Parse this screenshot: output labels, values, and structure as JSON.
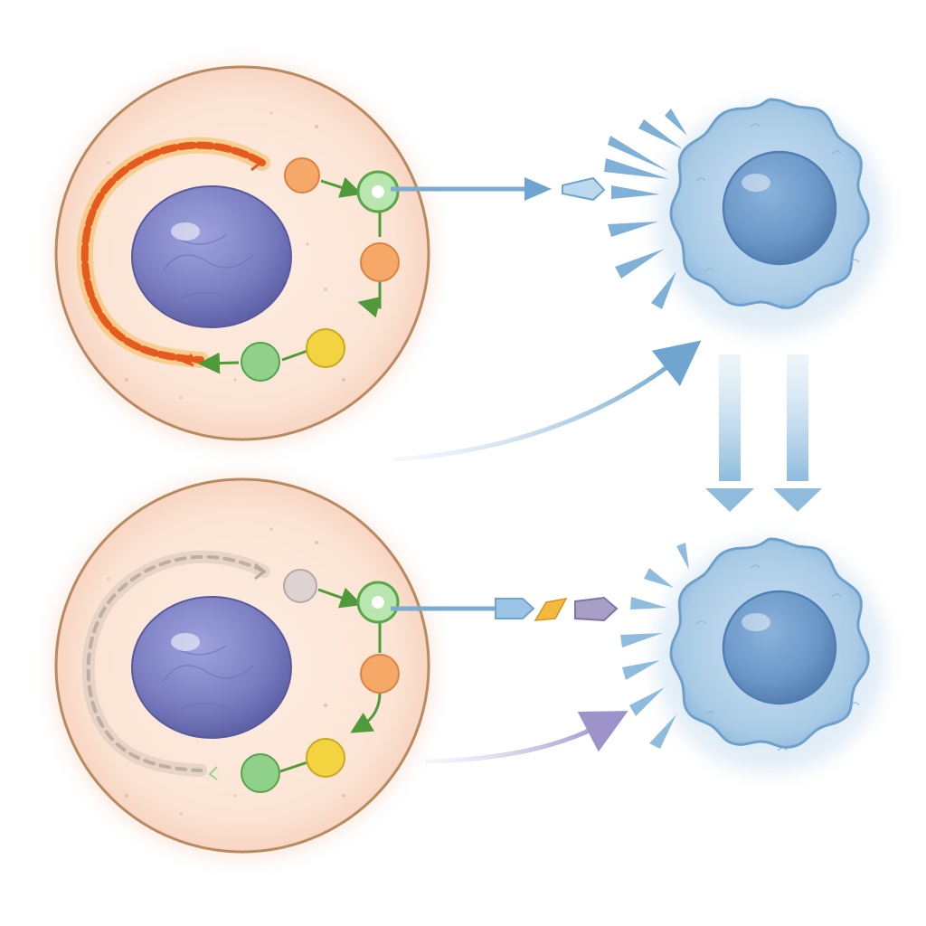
{
  "diagram": {
    "panels": [
      {
        "id": "active",
        "host_cell": "host-cell-active",
        "pathway_state": "active",
        "immune_cell": "immune-cell-activated"
      },
      {
        "id": "inhibited",
        "host_cell": "host-cell-inhibited",
        "pathway_state": "faded",
        "immune_cell": "immune-cell-resting"
      }
    ],
    "colors": {
      "host_membrane": "#b98a5f",
      "host_cytoplasm": "#fbe3d2",
      "nucleus": "#7d7fc2",
      "immune_cell": "#a9cbe6",
      "immune_nucleus": "#6f9ccc",
      "node_green": "#8fd18a",
      "node_orange": "#f6a868",
      "node_yellow": "#f4d340",
      "node_grey": "#d9cfcf",
      "pathway_active": "#e65a1e",
      "pathway_faded": "#c9b8ae",
      "connector_arrow": "#79acd0",
      "interaction_arrow": "#a79ccf",
      "link_green": "#4f9a3a"
    },
    "icons": [
      "right-arrow-icon",
      "down-arrow-icon",
      "curved-arrow-icon"
    ]
  }
}
